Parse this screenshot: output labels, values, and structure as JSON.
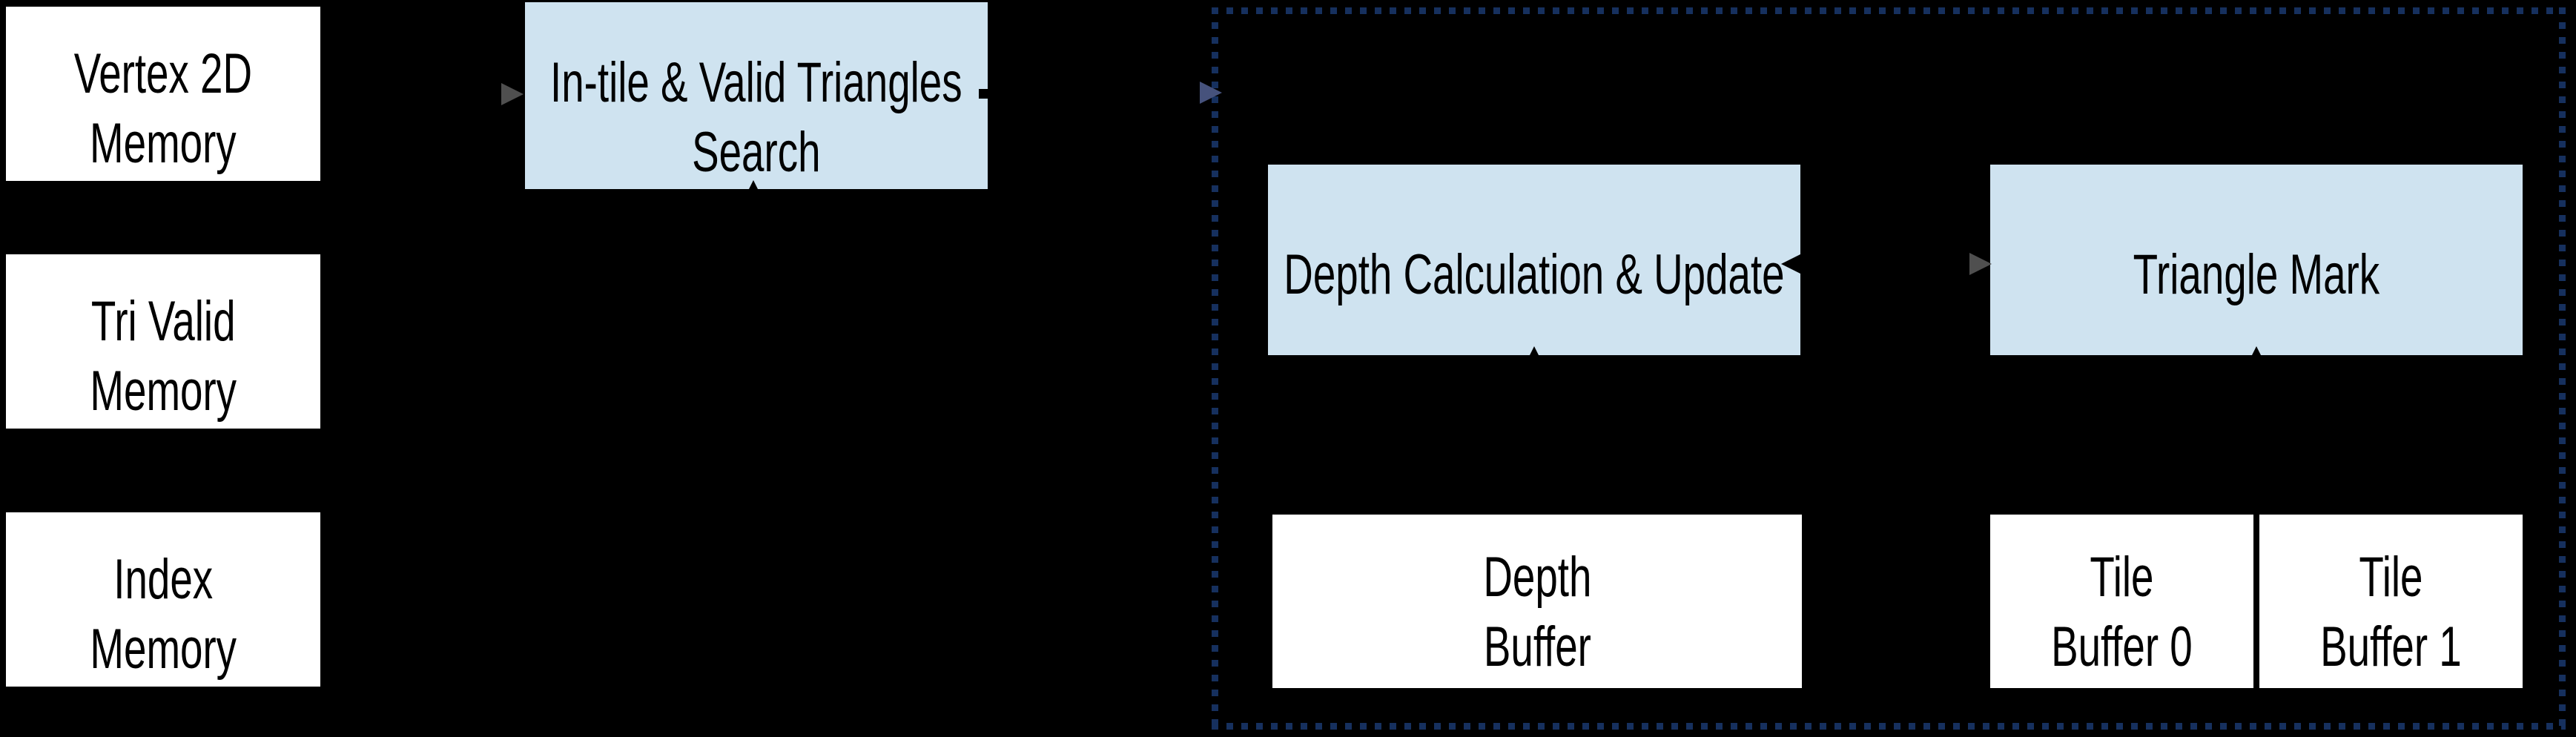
{
  "diagram": {
    "background_color": "#000000",
    "process_fill_color": "#cfe3f0",
    "memory_fill_color": "#ffffff",
    "text_color": "#000000",
    "dashed_container_color": "#16305e",
    "nodes": {
      "vertex_memory": {
        "line1": "Vertex 2D",
        "line2": "Memory"
      },
      "tri_valid_memory": {
        "line1": "Tri Valid",
        "line2": "Memory"
      },
      "index_memory": {
        "line1": "Index",
        "line2": "Memory"
      },
      "search": {
        "line1": "In-tile & Valid Triangles",
        "line2": "Search"
      },
      "depth_calc": {
        "line1": "Depth Calculation & Update"
      },
      "triangle_mark": {
        "line1": "Triangle Mark"
      },
      "depth_buffer": {
        "line1": "Depth",
        "line2": "Buffer"
      },
      "tile_buffer_0": {
        "line1": "Tile",
        "line2": "Buffer 0"
      },
      "tile_buffer_1": {
        "line1": "Tile",
        "line2": "Buffer 1"
      }
    },
    "container": {
      "id": "tile-processing-block",
      "border_style": "dashed"
    },
    "connections": [
      {
        "from": "Vertex 2D Memory",
        "to": "In-tile & Valid Triangles Search",
        "arrow": "right"
      },
      {
        "from": "below",
        "to": "In-tile & Valid Triangles Search",
        "arrow": "up"
      },
      {
        "from": "In-tile & Valid Triangles Search",
        "to": "tile-processing-block",
        "arrow": "right"
      },
      {
        "from": "Depth Calculation & Update",
        "to": "Triangle Mark",
        "arrow": "both"
      },
      {
        "from": "Depth Buffer",
        "to": "Depth Calculation & Update",
        "arrow": "up"
      },
      {
        "from": "Tile Buffer 0 / Tile Buffer 1",
        "to": "Triangle Mark",
        "arrow": "up"
      }
    ]
  }
}
